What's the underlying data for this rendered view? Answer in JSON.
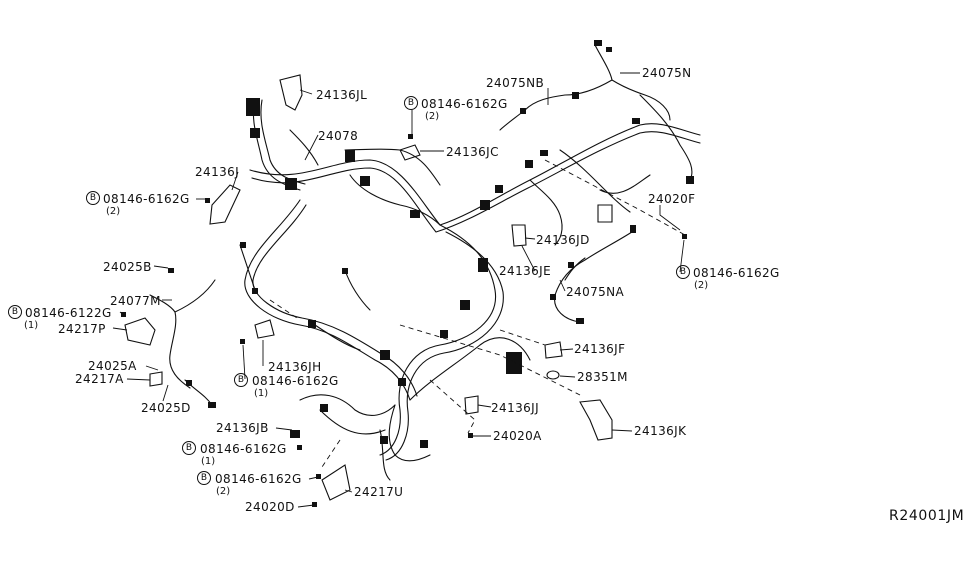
{
  "diagram_id": "R24001JM",
  "bolt_symbol": "B",
  "labels": {
    "p24075N": "24075N",
    "p24075NB": "24075NB",
    "p24136JL": "24136JL",
    "p08146_a": "08146-6162G",
    "p08146_a_qty": "(2)",
    "p24078": "24078",
    "p24136JC": "24136JC",
    "p24136J": "24136J",
    "p08146_b": "08146-6162G",
    "p08146_b_qty": "(2)",
    "p24020F": "24020F",
    "p24136JD": "24136JD",
    "p08146_c": "08146-6162G",
    "p08146_c_qty": "(2)",
    "p24025B": "24025B",
    "p24136JE": "24136JE",
    "p24075NA": "24075NA",
    "p24077M": "24077M",
    "p08146_d": "08146-6122G",
    "p08146_d_qty": "(1)",
    "p24217P": "24217P",
    "p24136JF": "24136JF",
    "p24136JH": "24136JH",
    "p08146_e": "08146-6162G",
    "p08146_e_qty": "(1)",
    "p24025A": "24025A",
    "p24217A": "24217A",
    "p28351M": "28351M",
    "p24025D": "24025D",
    "p24136JJ": "24136JJ",
    "p24136JK": "24136JK",
    "p24136JB": "24136JB",
    "p24020A": "24020A",
    "p08146_f": "08146-6162G",
    "p08146_f_qty": "(1)",
    "p08146_g": "08146-6162G",
    "p08146_g_qty": "(2)",
    "p24217U": "24217U",
    "p24020D": "24020D"
  }
}
